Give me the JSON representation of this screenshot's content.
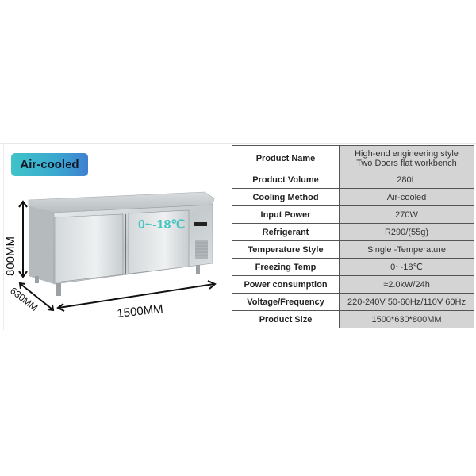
{
  "badge": {
    "label": "Air-cooled"
  },
  "illustration": {
    "door_label": "0~-18℃",
    "height_label": "800MM",
    "depth_label": "630MM",
    "width_label": "1500MM"
  },
  "spec_table": {
    "rows": [
      {
        "key": "Product Name",
        "value_line1": "High-end engineering style",
        "value_line2": "Two Doors flat workbench"
      },
      {
        "key": "Product Volume",
        "value": "280L"
      },
      {
        "key": "Cooling Method",
        "value": "Air-cooled"
      },
      {
        "key": "Input Power",
        "value": "270W"
      },
      {
        "key": "Refrigerant",
        "value": "R290/(55g)"
      },
      {
        "key": "Temperature Style",
        "value": "Single -Temperature"
      },
      {
        "key": "Freezing Temp",
        "value": "0~-18℃"
      },
      {
        "key": "Power consumption",
        "value": "≈2.0kW/24h"
      },
      {
        "key": "Voltage/Frequency",
        "value": "220-240V 50-60Hz/110V 60Hz"
      },
      {
        "key": "Product Size",
        "value": "1500*630*800MM"
      }
    ]
  },
  "colors": {
    "badge_start": "#3fc4c8",
    "badge_end": "#3f7fd0",
    "value_cell_bg": "#d4d4d4",
    "door_label": "#46c4c0"
  }
}
